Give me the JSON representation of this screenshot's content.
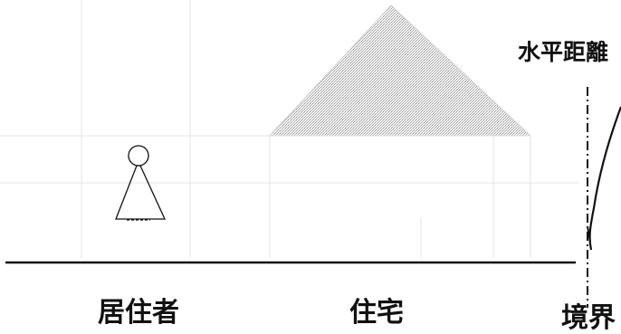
{
  "labels": {
    "resident": "居住者",
    "house": "住宅",
    "boundary": "境界",
    "horizontal_distance": "水平距離"
  },
  "colors": {
    "line": "#111111",
    "roof_fill": "#d9d9d9",
    "grid": "#e3e3e3"
  },
  "icons": {
    "person": "stick-figure-icon"
  }
}
